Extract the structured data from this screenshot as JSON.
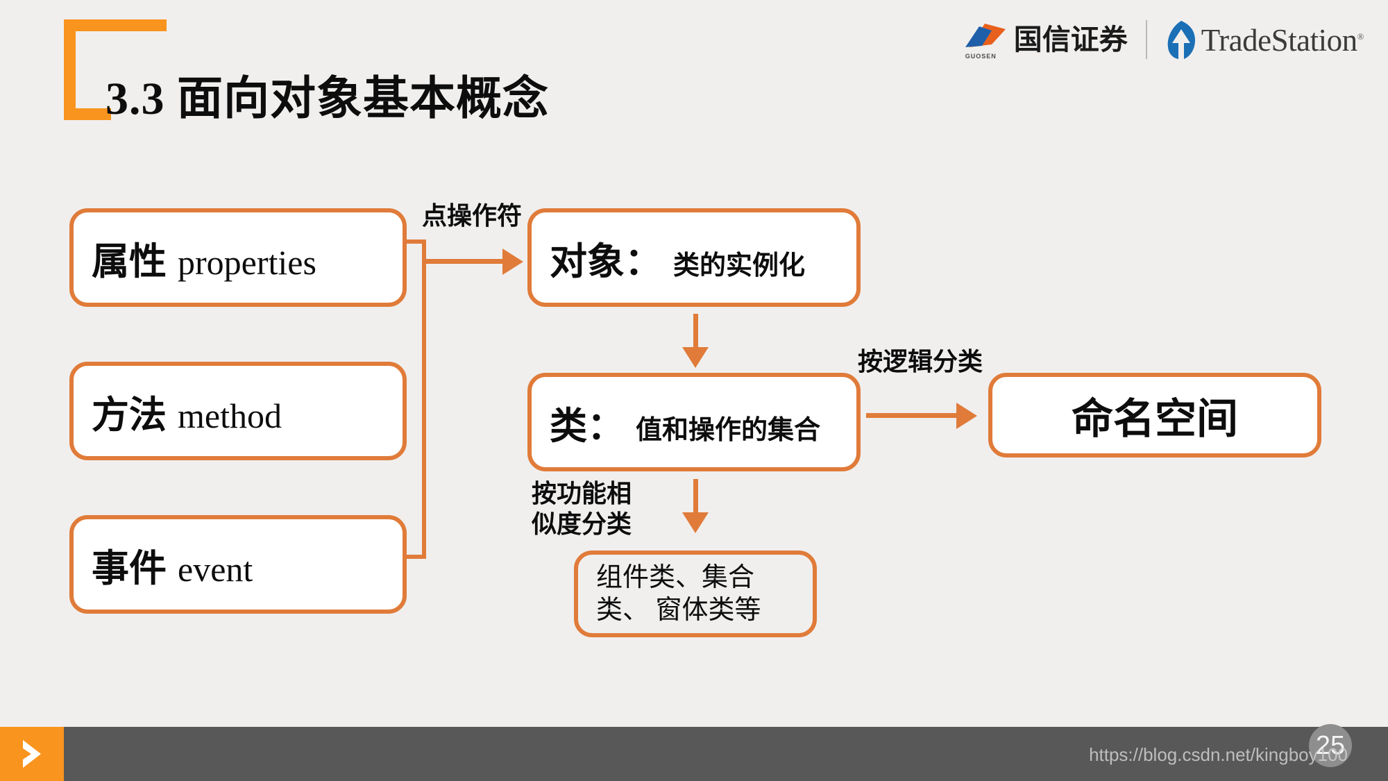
{
  "slide": {
    "title": "3.3 面向对象基本概念",
    "background_color": "#f0efee",
    "accent_color": "#e07b39",
    "bracket_color": "#f9941e"
  },
  "branding": {
    "guosen": {
      "name": "国信证券",
      "caption": "GUOSEN",
      "mark_blue": "#1f5fa9",
      "mark_orange": "#e8601d"
    },
    "tradestation": {
      "name": "TradeStation",
      "registered": "®",
      "mark_blue": "#1b6fb5"
    }
  },
  "diagram": {
    "nodes": [
      {
        "id": "properties",
        "cn": "属性",
        "en": "properties"
      },
      {
        "id": "method",
        "cn": "方法",
        "en": "method"
      },
      {
        "id": "event",
        "cn": "事件",
        "en": "event"
      },
      {
        "id": "object",
        "cn": "对象：",
        "desc": "类的实例化"
      },
      {
        "id": "class",
        "cn": "类：",
        "desc": "值和操作的集合"
      },
      {
        "id": "namespace",
        "cn": "命名空间"
      },
      {
        "id": "subtypes",
        "desc": "组件类、集合类、\n窗体类等"
      }
    ],
    "edge_labels": {
      "dot_operator": "点操作符",
      "by_logic": "按逻辑分类",
      "by_similarity": "按功能相\n似度分类"
    }
  },
  "footer": {
    "page_number": "25",
    "watermark": "https://blog.csdn.net/kingboy100",
    "bar_color": "#585858",
    "tab_color": "#f9941e"
  }
}
